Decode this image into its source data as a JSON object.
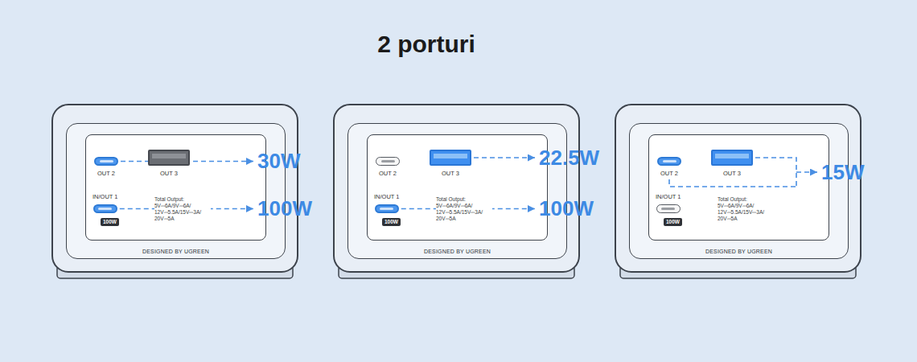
{
  "diagram": {
    "title": "2 porturi",
    "nodes": [
      {
        "text": [
          "DESIGNED BY UGREEN"
        ]
      },
      {
        "text": [
          "Total Output: 5V⎓6A/9V⎓6A/ 12V⎓5.5A/15V⎓3A/ 20V⎓5A"
        ],
        "in": 0
      },
      {
        "text": [
          "OUT 2"
        ],
        "in": 1
      },
      {
        "text": [
          "OUT 3"
        ],
        "in": 1
      },
      {
        "text": [
          "IN/OUT 1"
        ],
        "in": 1
      },
      {
        "text": [
          "100W"
        ],
        "in": 1
      },
      {
        "text": [
          "DESIGNED BY UGREEN"
        ]
      },
      {
        "text": [
          "Total Output: 5V⎓6A/9V⎓6A/ 12V⎓5.5A/15V⎓3A/ 20V⎓5A"
        ],
        "in": 6
      },
      {
        "text": [
          "OUT 2"
        ],
        "in": 7
      },
      {
        "text": [
          "OUT 3"
        ],
        "in": 7
      },
      {
        "text": [
          "IN/OUT 1"
        ],
        "in": 7
      },
      {
        "text": [
          "100W"
        ],
        "in": 7
      },
      {
        "text": [
          "DESIGNED BY UGREEN"
        ]
      },
      {
        "text": [
          "Total Output: 5V⎓6A/9V⎓6A/ 12V⎓5.5A/15V⎓3A/ 20V⎓5A"
        ],
        "in": 12
      },
      {
        "text": [
          "OUT 2"
        ],
        "in": 13
      },
      {
        "text": [
          "OUT 3"
        ],
        "in": 13
      },
      {
        "text": [
          "IN/OUT 1"
        ],
        "in": 13
      },
      {
        "text": [
          "100W"
        ],
        "in": 13
      }
    ],
    "labels": [
      "30W",
      "100W",
      "22.5W",
      "100W",
      "15W"
    ]
  }
}
